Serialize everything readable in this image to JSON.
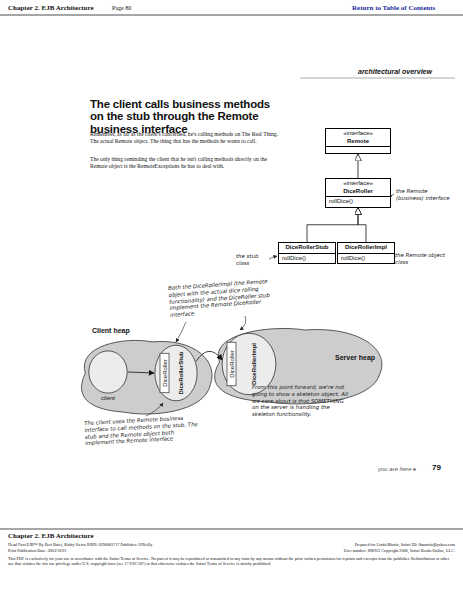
{
  "diagram": {
    "title": "The client calls business methods on the stub through the Remote business interface",
    "nodes": [
      {
        "text": [
          "«interface»",
          "Remote"
        ]
      },
      {
        "text": [
          "«interface»",
          "DiceRoller",
          "rollDice()"
        ]
      },
      {
        "text": [
          "DiceRollerStub",
          "rollDice()"
        ]
      },
      {
        "text": [
          "DiceRollerImpl",
          "rollDice()"
        ]
      },
      {
        "text": [
          "Client heap"
        ]
      },
      {
        "text": [
          "client"
        ],
        "in": 4
      },
      {
        "text": [
          "DiceRoller",
          "DiceRollerStub"
        ],
        "in": 4
      },
      {
        "text": [
          "Server heap"
        ]
      },
      {
        "text": [
          "DiceRoller",
          "DiceRollerImpl"
        ],
        "in": 7
      }
    ],
    "edges": [
      {
        "from": 1,
        "to": 0,
        "arrow": "to"
      },
      {
        "from": 2,
        "to": 1,
        "arrow": "to"
      },
      {
        "from": 3,
        "to": 1,
        "arrow": "to"
      },
      {
        "from": 5,
        "to": 6,
        "arrow": "to"
      },
      {
        "from": 6,
        "to": 8,
        "arrow": "to"
      }
    ],
    "labels": [
      "Chapter 2. EJB Architecture",
      "Page 80",
      "Return to Table of Contents",
      "architectural overview",
      "Remember, as far as the client's concerned, he's calling methods on The Real Thing. The actual Remote object. The thing that has the methods he wants to call.",
      "The only thing reminding the client that he isn't calling methods directly on the Remote object is the RemoteExceptions he has to deal with.",
      "the Remote (business) interface",
      "the stub class",
      "the Remote object class",
      "Both the DiceRollerImpl (the Remote object with the actual dice rolling functionality) and the DiceRoller stub implement the Remote DiceRoller interface",
      "The client uses the Remote business interface to call methods on the stub. The stub and the Remote object both implement the Remote interface",
      "From this point forward, we're not going to show a skeleton object. All we care about is that SOMETHING on the server is handling the skeleton functionality.",
      "you are here ▸",
      "79",
      "Chapter 2. EJB Architecture",
      "Head First EJB™ By Bert Bates, Kathy Sierra ISBN: 0596005717 Publisher: O'Reilly",
      "Print Publication Date: 2003/10/01",
      "Prepared for Linda Martin, Safari ID: lhmartin@yahoo.com",
      "User number: 896953 Copyright 2008, Safari Books Online, LLC.",
      "This PDF is exclusively for your use in accordance with the Safari Terms of Service. No part of it may be reproduced or transmitted in any form by any means without the prior written permission for reprints and excerpts from the publisher. Redistribution or other use that violates the fair use privilege under U.S. copyright laws (see 17 USC107) or that otherwise violates the Safari Terms of Service is strictly prohibited."
    ]
  }
}
